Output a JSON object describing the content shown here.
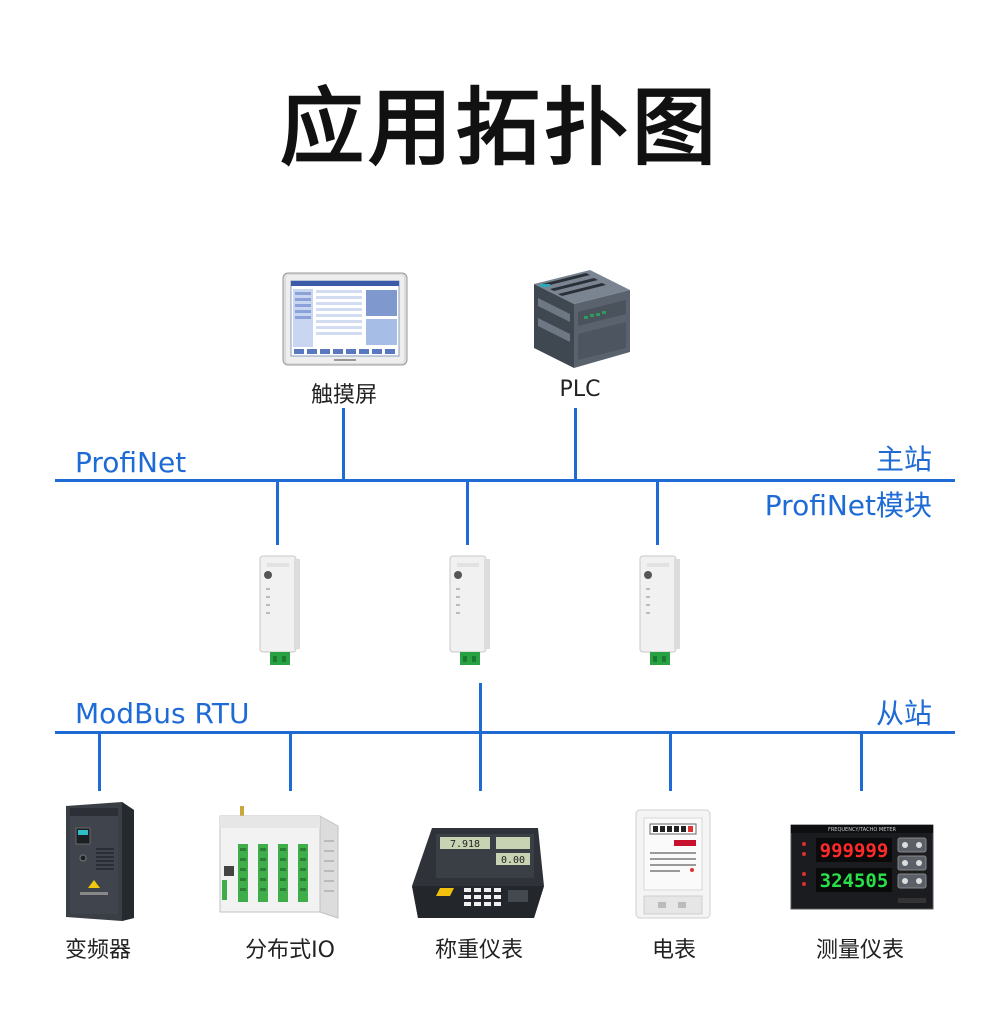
{
  "title": "应用拓扑图",
  "colors": {
    "accent": "#1e6bd6",
    "text": "#222222"
  },
  "master": {
    "network_label": "ProfiNet",
    "role_label": "主站",
    "devices": [
      {
        "name": "触摸屏",
        "icon": "touch-screen-icon"
      },
      {
        "name": "PLC",
        "icon": "plc-icon"
      }
    ]
  },
  "modules": {
    "label": "ProfiNet模块",
    "icon": "gateway-module-icon",
    "count": 3
  },
  "slave": {
    "network_label": "ModBus RTU",
    "role_label": "从站",
    "devices": [
      {
        "name": "变频器",
        "icon": "inverter-icon"
      },
      {
        "name": "分布式IO",
        "icon": "distributed-io-icon"
      },
      {
        "name": "称重仪表",
        "icon": "weighing-indicator-icon"
      },
      {
        "name": "电表",
        "icon": "energy-meter-icon"
      },
      {
        "name": "测量仪表",
        "icon": "measurement-meter-icon"
      }
    ]
  },
  "meter_display": {
    "top": "999999",
    "bottom": "324505",
    "header": "FREQUENCY/TACHO METER"
  },
  "scale_display": {
    "top": "7.918",
    "bottom": "0.00"
  }
}
